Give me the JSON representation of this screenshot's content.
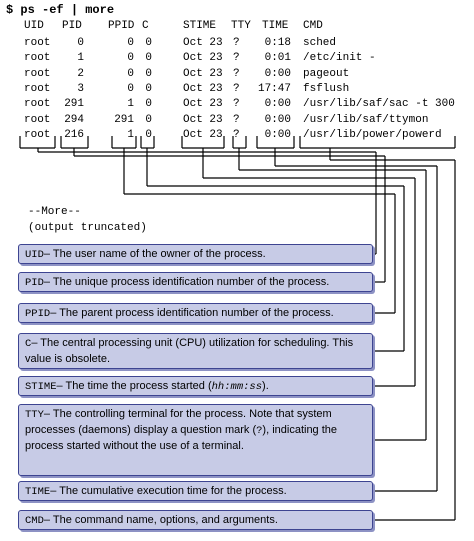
{
  "prompt": "$",
  "command": "ps -ef | more",
  "columns": [
    "UID",
    "PID",
    "PPID",
    "C",
    "STIME",
    "TTY",
    "TIME",
    "CMD"
  ],
  "rows": [
    [
      "root",
      "0",
      "0",
      "0",
      "Oct 23",
      "?",
      "0:18",
      "sched"
    ],
    [
      "root",
      "1",
      "0",
      "0",
      "Oct 23",
      "?",
      "0:01",
      "/etc/init -"
    ],
    [
      "root",
      "2",
      "0",
      "0",
      "Oct 23",
      "?",
      "0:00",
      "pageout"
    ],
    [
      "root",
      "3",
      "0",
      "0",
      "Oct 23",
      "?",
      "17:47",
      "fsflush"
    ],
    [
      "root",
      "291",
      "1",
      "0",
      "Oct 23",
      "?",
      "0:00",
      "/usr/lib/saf/sac -t 300"
    ],
    [
      "root",
      "294",
      "291",
      "0",
      "Oct 23",
      "?",
      "0:00",
      "/usr/lib/saf/ttymon"
    ],
    [
      "root",
      "216",
      "1",
      "0",
      "Oct 23",
      "?",
      "0:00",
      "/usr/lib/power/powerd"
    ]
  ],
  "more_prompt": "--More--",
  "truncated_note": "(output truncated)",
  "callouts": [
    {
      "term": "UID",
      "text": "The user name of the owner of the process."
    },
    {
      "term": "PID",
      "text": "The unique process identification number of the process."
    },
    {
      "term": "PPID",
      "text": "The parent process identification number of the process."
    },
    {
      "term": "C",
      "text": "The central processing unit (CPU) utilization for scheduling. This value is obsolete."
    },
    {
      "term": "STIME",
      "text": "The time the process started (",
      "format": "hh:mm:ss",
      "suffix": ")."
    },
    {
      "term": "TTY",
      "text": "The controlling terminal for the process. Note that system processes (daemons) display a question mark (",
      "mark": "?",
      "suffix": "), indicating the process started without the use of a terminal."
    },
    {
      "term": "TIME",
      "text": "The cumulative execution time for the process."
    },
    {
      "term": "CMD",
      "text": "The command name, options, and arguments."
    }
  ],
  "colors": {
    "box_fill": "#c7cbe6",
    "box_border": "#3d4491",
    "line": "#000000"
  }
}
